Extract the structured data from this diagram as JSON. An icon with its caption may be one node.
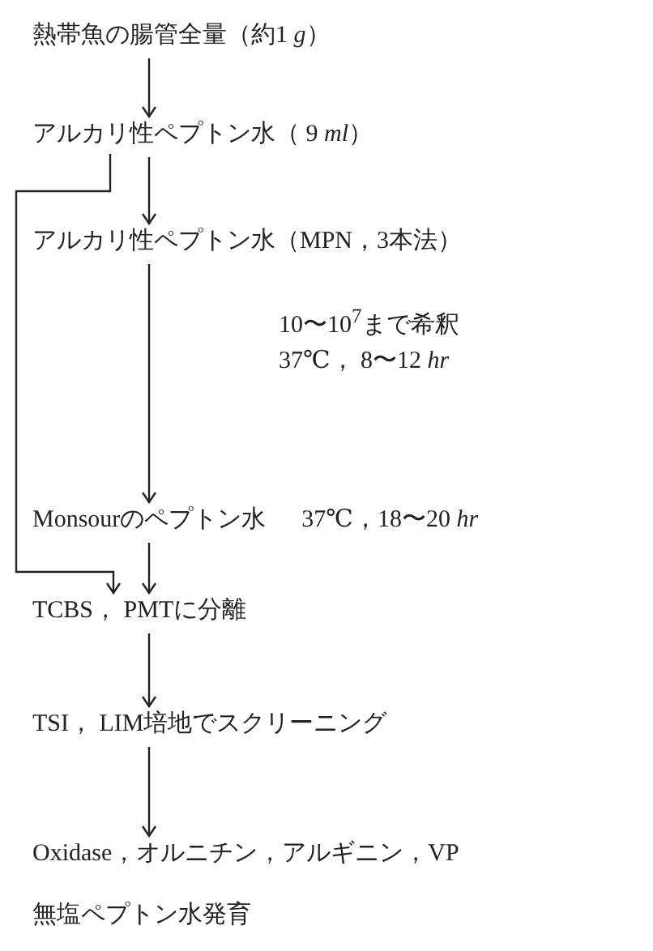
{
  "diagram": {
    "nodes": [
      {
        "text": [
          "熱帯魚の腸管全量（約1 *g*）"
        ]
      },
      {
        "text": [
          "アルカリ性ペプトン水（ 9 *ml*）"
        ]
      },
      {
        "text": [
          "アルカリ性ペプトン水（MPN，3本法）"
        ]
      },
      {
        "text": [
          "Monsourのペプトン水",
          "37℃，18〜20 *hr*"
        ]
      },
      {
        "text": [
          "TCBS， PMTに分離"
        ]
      },
      {
        "text": [
          "TSI， LIM培地でスクリーニング"
        ]
      },
      {
        "text": [
          "Oxidase，オルニチン，アルギニン，VP",
          "無塩ペプトン水発育"
        ]
      }
    ],
    "edges": [
      {
        "from": 0,
        "to": 1,
        "arrow": "to"
      },
      {
        "from": 1,
        "to": 2,
        "arrow": "to"
      },
      {
        "from": 1,
        "to": 4,
        "arrow": "to"
      },
      {
        "from": 2,
        "to": 3,
        "arrow": "to"
      },
      {
        "from": 3,
        "to": 4,
        "arrow": "to"
      },
      {
        "from": 4,
        "to": 5,
        "arrow": "to"
      },
      {
        "from": 5,
        "to": 6,
        "arrow": "to"
      }
    ],
    "labels": [
      "10〜10$^{7}$まで希釈",
      "37℃， 8〜12 *hr*"
    ]
  }
}
